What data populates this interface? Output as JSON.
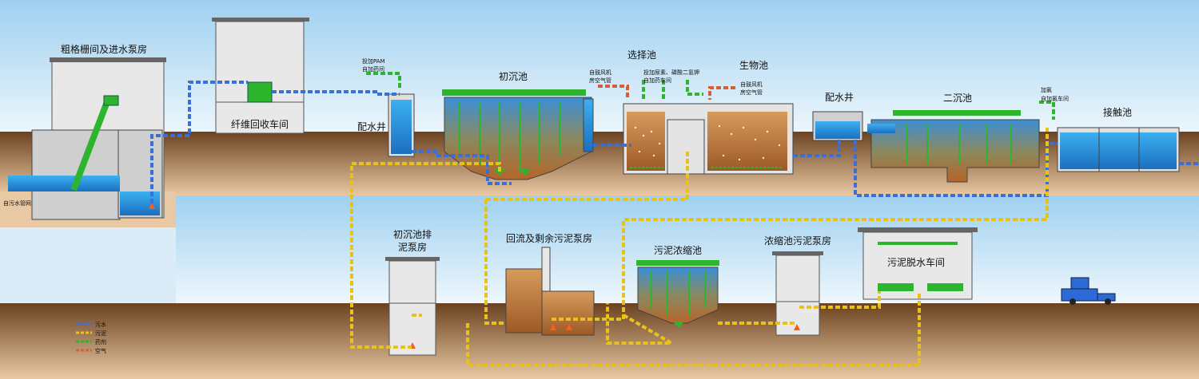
{
  "labels": {
    "coarse_screen": "粗格栅间及进水泵房",
    "from_sewer": "自污水管网",
    "fiber_recovery": "纤维回收车间",
    "pam_1": "投加PAM",
    "pam_2": "自加药间",
    "distribution_well_1": "配水井",
    "primary_clarifier": "初沉池",
    "air_1a": "自鼓风机",
    "air_1b": "房空气管",
    "selection_tank": "选择池",
    "chem_1": "投加尿素、磷酸二氢钾",
    "chem_2": "自加药车间",
    "bio_tank": "生物池",
    "air_2a": "自鼓风机",
    "air_2b": "房空气管",
    "distribution_well_2": "配水井",
    "secondary_clarifier": "二沉池",
    "chlorine_1": "加氯",
    "chlorine_2": "自加氯车间",
    "contact_tank": "接触池",
    "primary_sludge_pump_1": "初沉池排",
    "primary_sludge_pump_2": "泥泵房",
    "return_sludge_pump": "回流及剩余污泥泵房",
    "sludge_thickener": "污泥浓缩池",
    "thickener_pump": "浓缩池污泥泵房",
    "dewatering": "污泥脱水车间"
  },
  "legend": [
    {
      "label": "污水",
      "color": "#3a6fd8"
    },
    {
      "label": "污泥",
      "color": "#e6c21a"
    },
    {
      "label": "药剂",
      "color": "#2db52d"
    },
    {
      "label": "空气",
      "color": "#d0603a"
    }
  ],
  "colors": {
    "sky": "#d9ecf7",
    "ground": "#7a4f26",
    "water": "#2b9be0",
    "machine": "#2db52d",
    "flame": "#ff5a1a",
    "truck": "#2d6ad8"
  }
}
